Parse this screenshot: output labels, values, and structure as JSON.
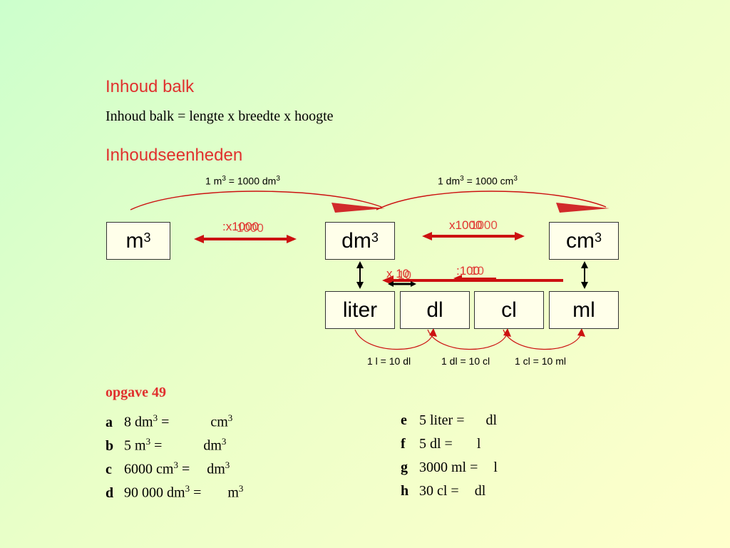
{
  "headings": {
    "inhoud_balk": "Inhoud balk",
    "formula": "Inhoud balk = lengte x breedte x hoogte",
    "inhoudseenheden": "Inhoudseenheden"
  },
  "top_labels": {
    "m3_dm3": {
      "pre": "1 m",
      "sup": "3",
      "mid": " = 1000 dm",
      "sup2": "3"
    },
    "dm3_cm3": {
      "pre": "1 dm",
      "sup": "3",
      "mid": " = 1000 cm",
      "sup2": "3"
    }
  },
  "units": {
    "m3": {
      "base": "m",
      "sup": "3"
    },
    "dm3": {
      "base": "dm",
      "sup": "3"
    },
    "cm3": {
      "base": "cm",
      "sup": "3"
    },
    "liter": "liter",
    "dl": "dl",
    "cl": "cl",
    "ml": "ml"
  },
  "arrow_labels": {
    "m3_dm3_a": ":x1000",
    "m3_dm3_b": "1000",
    "dm3_cm3_a": "x1000",
    "dm3_cm3_b": "1000",
    "liter_dl_a": "x 10",
    "liter_dl_b": "10",
    "ml_dl_a": ":100",
    "ml_dl_b": "10"
  },
  "bottom_labels": {
    "l_dl": "1 l = 10 dl",
    "dl_cl": "1 dl = 10 cl",
    "cl_ml": "1 cl = 10 ml"
  },
  "exercise": {
    "title": "opgave 49",
    "left": [
      {
        "letter": "a",
        "pre": "8 dm",
        "sup1": "3",
        "mid": " =",
        "unit": "cm",
        "sup2": "3"
      },
      {
        "letter": "b",
        "pre": "5 m",
        "sup1": "3",
        "mid": " =",
        "unit": "dm",
        "sup2": "3"
      },
      {
        "letter": "c",
        "pre": "6000 cm",
        "sup1": "3",
        "mid": " =",
        "unit": "dm",
        "sup2": "3"
      },
      {
        "letter": "d",
        "pre": "90 000 dm",
        "sup1": "3",
        "mid": " =",
        "unit": "m",
        "sup2": "3"
      }
    ],
    "right": [
      {
        "letter": "e",
        "text": "5 liter =",
        "unit": "dl"
      },
      {
        "letter": "f",
        "text": "5 dl =",
        "unit": "l"
      },
      {
        "letter": "g",
        "text": "3000 ml =",
        "unit": "l"
      },
      {
        "letter": "h",
        "text": "30 cl =",
        "unit": "dl"
      }
    ]
  },
  "colors": {
    "accent": "#e0302e",
    "arrow_red": "#cc1111",
    "background_start": "#ccffcc",
    "background_end": "#ffffcc"
  }
}
